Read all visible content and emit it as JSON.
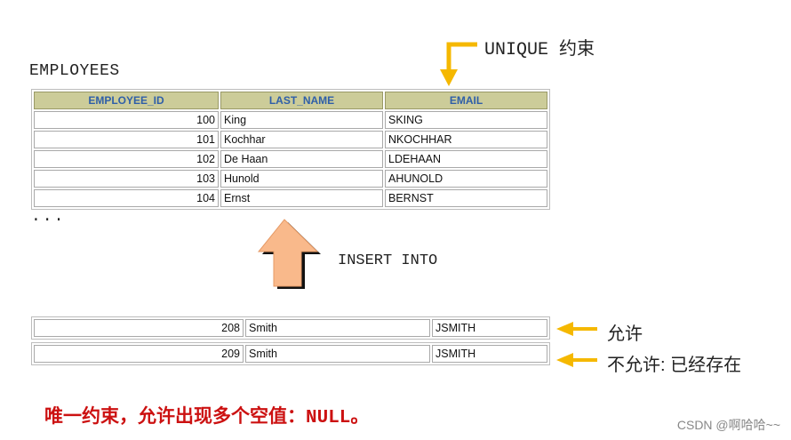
{
  "table": {
    "title": "EMPLOYEES",
    "headers": [
      "EMPLOYEE_ID",
      "LAST_NAME",
      "EMAIL"
    ],
    "rows": [
      [
        "100",
        "King",
        "SKING"
      ],
      [
        "101",
        "Kochhar",
        "NKOCHHAR"
      ],
      [
        "102",
        "De Haan",
        "LDEHAAN"
      ],
      [
        "103",
        "Hunold",
        "AHUNOLD"
      ],
      [
        "104",
        "Ernst",
        "BERNST"
      ]
    ],
    "ellipsis": "..."
  },
  "insert": {
    "label": "INSERT INTO",
    "rows": [
      [
        "208",
        "Smith",
        "JSMITH"
      ],
      [
        "209",
        "Smith",
        "JSMITH"
      ]
    ]
  },
  "annotations": {
    "unique": "UNIQUE 约束",
    "allowed": "允许",
    "not_allowed": "不允许: 已经存在"
  },
  "note": {
    "text_prefix": "唯一约束，允许出现多个空值：",
    "null_word": "NULL",
    "text_suffix": "。"
  },
  "watermark": "CSDN @啊哈哈~~",
  "colors": {
    "header_bg": "#cccc99",
    "header_text": "#2f5fa8",
    "arrow_yellow": "#f5b800",
    "insert_arrow": "#f9b98b",
    "note_red": "#cc1111"
  }
}
